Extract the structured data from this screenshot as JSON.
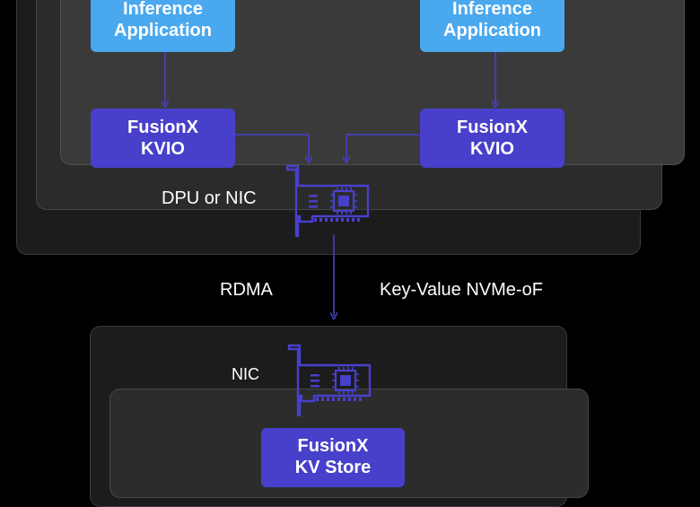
{
  "host_left": {
    "app": {
      "line1": "Inference",
      "line2": "Application"
    },
    "kvio": {
      "line1": "FusionX",
      "line2": "KVIO"
    }
  },
  "host_right": {
    "app": {
      "line1": "Inference",
      "line2": "Application"
    },
    "kvio": {
      "line1": "FusionX",
      "line2": "KVIO"
    }
  },
  "dpu_label": "DPU or NIC",
  "link": {
    "left_label": "RDMA",
    "right_label": "Key-Value NVMe-oF"
  },
  "storage": {
    "nic_label": "NIC",
    "box": {
      "line1": "FusionX",
      "line2": "KV Store"
    }
  },
  "colors": {
    "app_box": "#4aa8ee",
    "kvio_box": "#4840cb",
    "arrow": "#4840cb",
    "background": "#000000"
  },
  "icons": [
    "network-card-icon"
  ]
}
